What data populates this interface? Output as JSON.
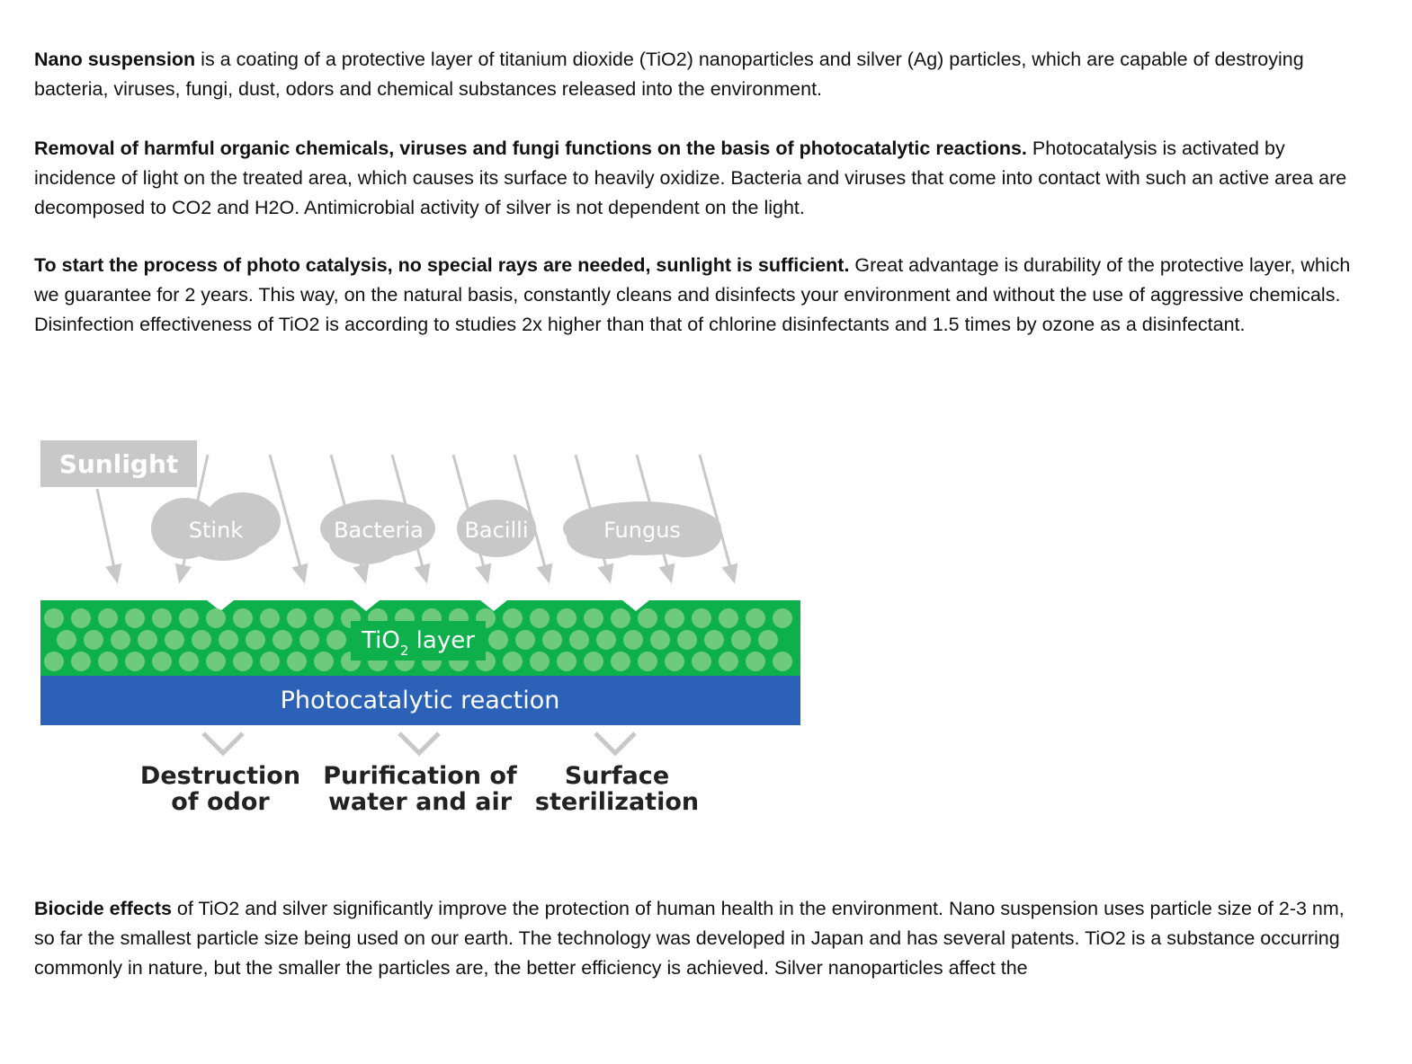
{
  "paragraphs": [
    {
      "bold": "Nano suspension",
      "text": " is a coating of a protective layer of titanium dioxide (TiO2) nanoparticles and silver (Ag) particles, which are capable of destroying bacteria, viruses, fungi, dust, odors and chemical substances released into the environment."
    },
    {
      "bold": "Removal of harmful organic chemicals, viruses and fungi functions on the basis of photocatalytic reactions.",
      "text": " Photocatalysis is activated by incidence of light on the treated area, which causes its surface to heavily oxidize. Bacteria and viruses that come into contact with such an active area are decomposed to CO2 and H2O. Antimicrobial activity of silver is not dependent on the light."
    },
    {
      "bold": "To start the process of photo catalysis, no special rays are needed, sunlight is sufficient.",
      "text": " Great advantage is durability of the protective layer, which we guarantee for 2 years. This way, on the natural basis, constantly cleans and disinfects your environment and without the use of aggressive chemicals. Disinfection effectiveness of TiO2 is according to studies 2x higher than that of chlorine disinfectants and 1.5 times by ozone as a disinfectant."
    },
    {
      "bold": "Biocide effects",
      "text": " of TiO2 and silver significantly improve the protection of human health in the environment. Nano suspension uses particle size of 2-3 nm, so far the smallest particle size being used on our earth. The technology was developed in Japan and has several patents. TiO2 is a substance occurring commonly in nature, but the smaller the particles are, the better efficiency is achieved. Silver nanoparticles affect the"
    }
  ],
  "diagram": {
    "sunlight_label": "Sunlight",
    "clouds": [
      "Stink",
      "Bacteria",
      "Bacilli",
      "Fungus"
    ],
    "layer_label_main": "TiO",
    "layer_label_sub": "2",
    "layer_label_rest": " layer",
    "reaction_label": "Photocatalytic reaction",
    "outcomes": [
      {
        "line1": "Destruction",
        "line2": "of odor"
      },
      {
        "line1": "Purification of",
        "line2": "water and air"
      },
      {
        "line1": "Surface",
        "line2": "sterilization"
      }
    ],
    "colors": {
      "green": "#0db04b",
      "dot": "#6ecb7e",
      "blue": "#2b62b8",
      "gray": "#c8c8c8"
    }
  }
}
